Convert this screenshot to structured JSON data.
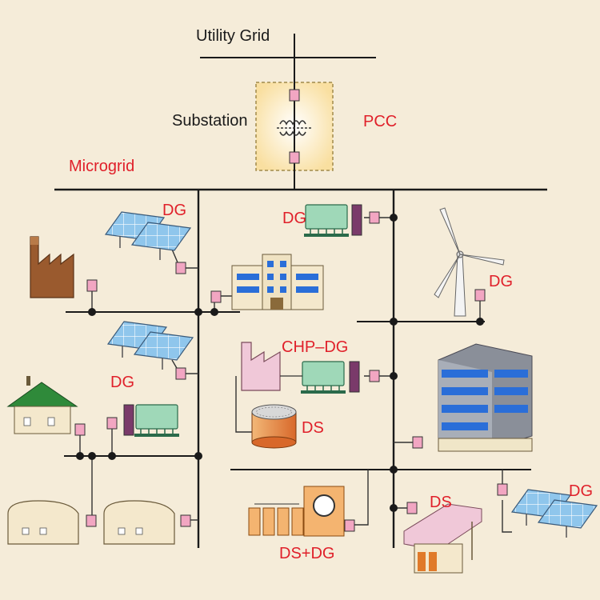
{
  "labels": {
    "utility_grid": "Utility Grid",
    "substation": "Substation",
    "pcc": "PCC",
    "microgrid": "Microgrid",
    "dg_solar_top": "DG",
    "dg_gen_top": "DG",
    "dg_wind": "DG",
    "chp_dg": "CHP–DG",
    "ds_tank": "DS",
    "dg_solar_mid": "DG",
    "ds_right": "DS",
    "dg_solar_right": "DG",
    "ds_dg": "DS+DG"
  },
  "colors": {
    "background": "#f5ecd9",
    "line": "#1a1a1a",
    "label_red": "#e0202a",
    "breaker_pink": "#f2a6c2",
    "substation_fill": "#fdf0c8",
    "solar_blue": "#8fc6ec",
    "generator_green": "#9fd8b8",
    "factory_brown": "#9a5a2e",
    "roof_green": "#2f8a3a",
    "storage_orange": "#e07a2a",
    "office_blue": "#2a6ed8"
  }
}
